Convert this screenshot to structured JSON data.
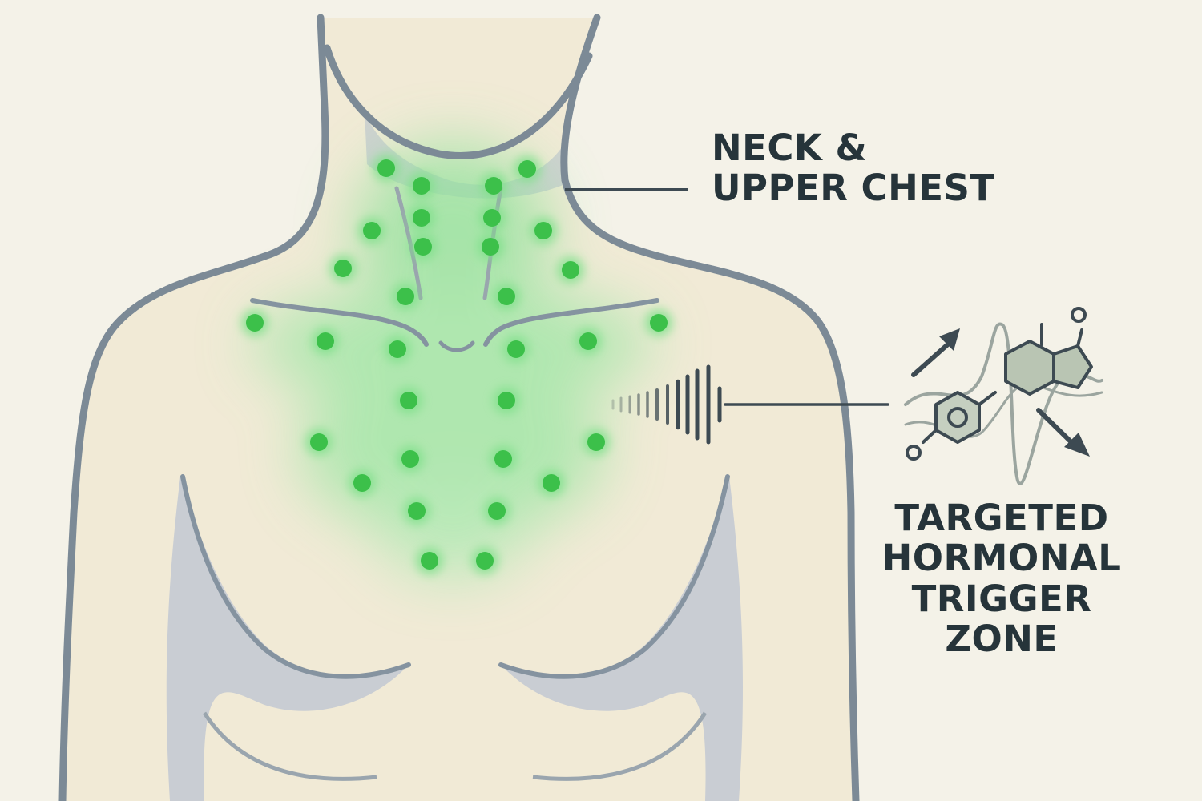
{
  "labels": {
    "neck_upper_chest": [
      "NECK &",
      "UPPER CHEST"
    ],
    "trigger_zone": [
      "TARGETED",
      "HORMONAL",
      "TRIGGER",
      "ZONE"
    ]
  },
  "colors": {
    "background": "#f4f2e8",
    "skin": "#f1ead6",
    "outline": "#7c8a96",
    "shadow": "#c7ccd0",
    "dot": "#3cc04a",
    "glow": "#7fe08a",
    "ink": "#26343a",
    "molecule_fill": "#b9c5b3"
  },
  "icons": [
    "sound-wave-icon",
    "hormone-molecule-icon",
    "arrow-up-icon",
    "arrow-down-icon"
  ]
}
